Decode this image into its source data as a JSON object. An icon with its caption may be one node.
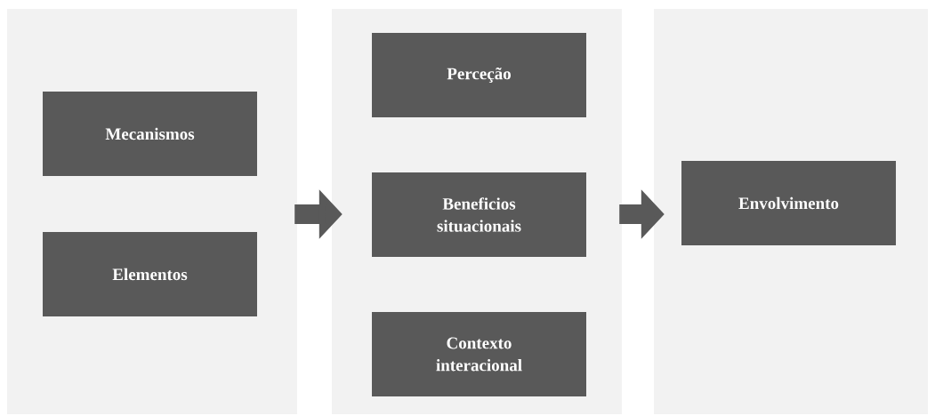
{
  "diagram": {
    "nodes": [
      {
        "text": [],
        "shape": "box"
      },
      {
        "text": [
          "Mecanismos"
        ],
        "in": 0
      },
      {
        "text": [
          "Elementos"
        ],
        "in": 0
      },
      {
        "text": [],
        "shape": "box"
      },
      {
        "text": [
          "Perceção"
        ],
        "in": 3
      },
      {
        "text": [
          "Beneficios situacionais"
        ],
        "in": 3
      },
      {
        "text": [
          "Contexto interacional"
        ],
        "in": 3
      },
      {
        "text": [],
        "shape": "box"
      },
      {
        "text": [
          "Envolvimento"
        ],
        "in": 7
      }
    ],
    "edges": [
      {
        "from": 0,
        "to": 3,
        "arrow": "to"
      },
      {
        "from": 3,
        "to": 7,
        "arrow": "to"
      }
    ]
  }
}
